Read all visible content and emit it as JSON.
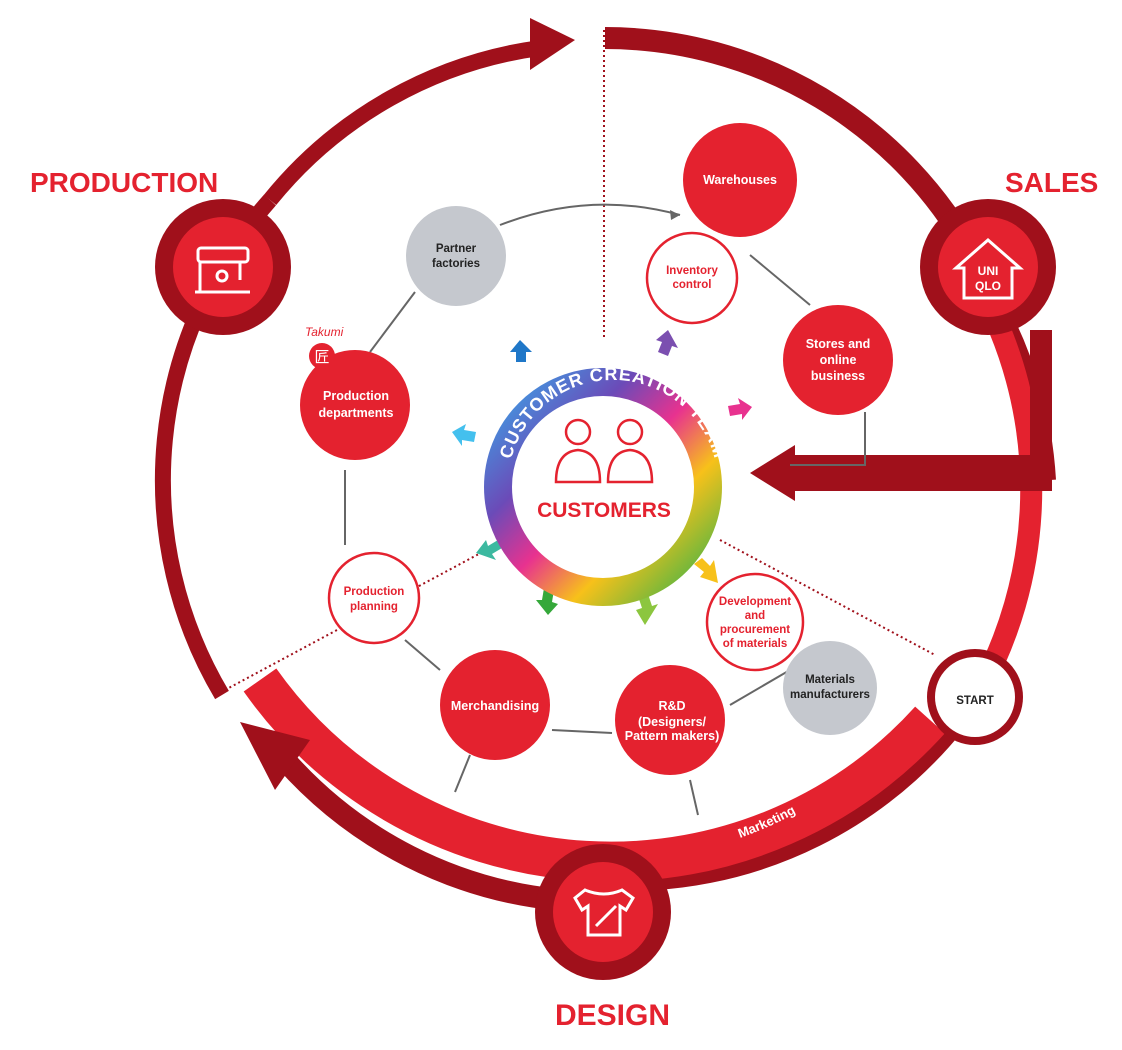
{
  "stages": {
    "production": "PRODUCTION",
    "sales": "SALES",
    "design": "DESIGN",
    "start": "START"
  },
  "center": {
    "ring_title": "CUSTOMER CREATION TEAM",
    "label": "CUSTOMERS"
  },
  "nodes": {
    "warehouses": [
      "Warehouses"
    ],
    "inventory_control": [
      "Inventory",
      "control"
    ],
    "stores": [
      "Stores and",
      "online",
      "business"
    ],
    "partner_factories": [
      "Partner",
      "factories"
    ],
    "production_departments": [
      "Production",
      "departments"
    ],
    "takumi_label": "Takumi",
    "takumi_kanji": "匠",
    "production_planning": [
      "Production",
      "planning"
    ],
    "merchandising": [
      "Merchandising"
    ],
    "rnd": [
      "R&D",
      "(Designers/",
      "Pattern makers)"
    ],
    "development": [
      "Development",
      "and",
      "procurement",
      "of materials"
    ],
    "materials_manufacturers": [
      "Materials",
      "manufacturers"
    ]
  },
  "marketing_label": "Marketing",
  "logo_text": [
    "UNI",
    "QLO"
  ],
  "colors": {
    "red": "#e4222f",
    "dark_red": "#a0101b",
    "grey": "#c5c8ce"
  },
  "icons": [
    "sewing-machine-icon",
    "uniqlo-store-icon",
    "tshirt-design-icon",
    "customers-icon"
  ]
}
